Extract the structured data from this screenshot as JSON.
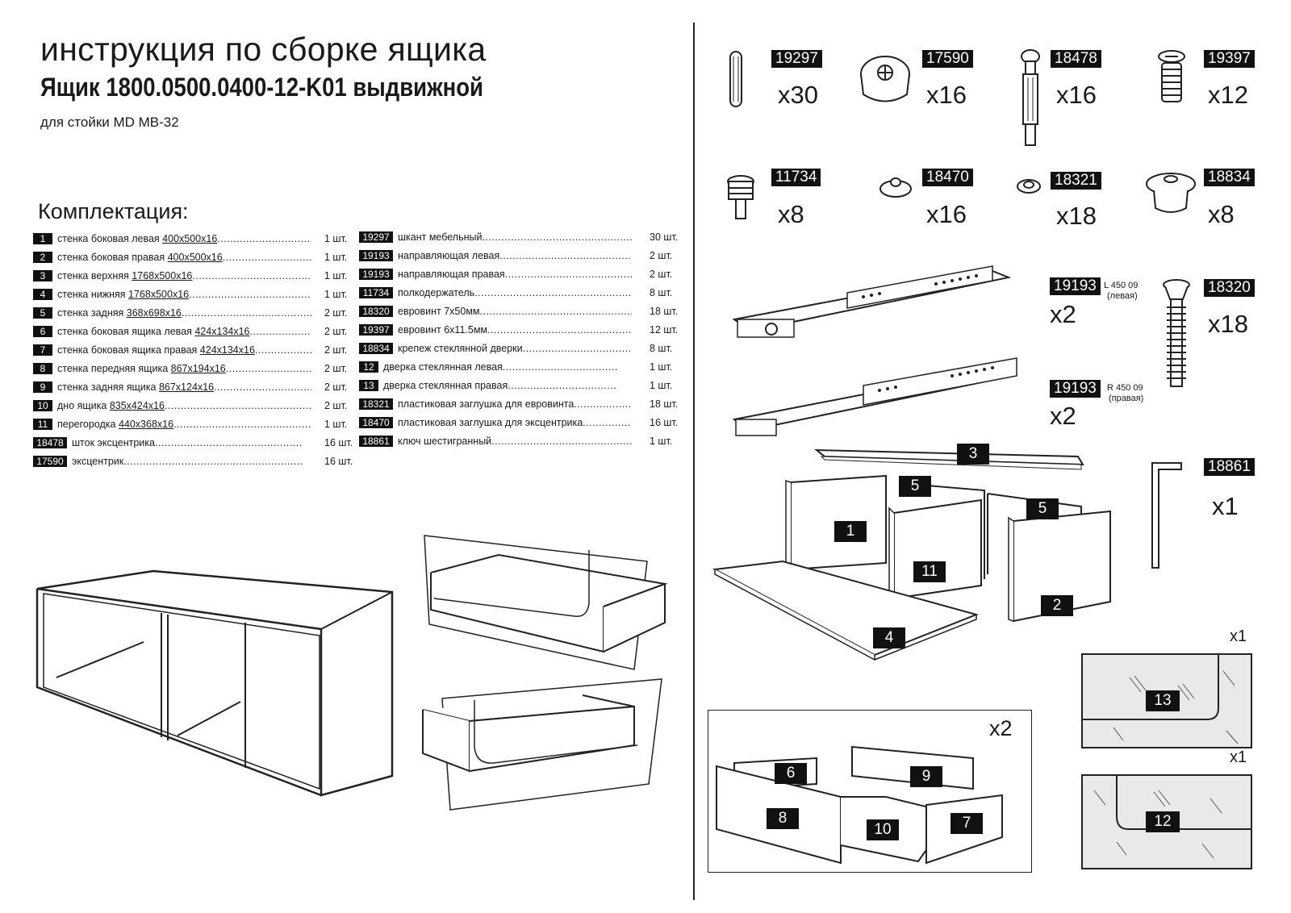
{
  "header": {
    "title": "инструкция по сборке ящика",
    "product": "Ящик  1800.0500.0400-12-K01 выдвижной",
    "subtitle": "для  стойки MD MB-32",
    "section": "Комплектация:"
  },
  "left_list": [
    {
      "id": "1",
      "pre": "стенка боковая левая ",
      "size": "400x500x16",
      "qty": "1 шт."
    },
    {
      "id": "2",
      "pre": "стенка боковая правая ",
      "size": "400x500x16",
      "qty": "1 шт."
    },
    {
      "id": "3",
      "pre": "стенка верхняя  ",
      "size": "1768x500x16",
      "qty": "1 шт."
    },
    {
      "id": "4",
      "pre": "стенка нижняя ",
      "size": "1768x500x16",
      "qty": "1 шт."
    },
    {
      "id": "5",
      "pre": "стенка задняя ",
      "size": "368x698x16",
      "qty": "2 шт."
    },
    {
      "id": "6",
      "pre": "стенка боковая ящика левая ",
      "size": "424x134x16",
      "qty": "2 шт."
    },
    {
      "id": "7",
      "pre": "стенка боковая ящика правая ",
      "size": "424x134x16",
      "qty": "2 шт."
    },
    {
      "id": "8",
      "pre": "стенка передняя ящика ",
      "size": "867x194x16",
      "qty": "2 шт."
    },
    {
      "id": "9",
      "pre": "стенка задняя ящика ",
      "size": "867x124x16",
      "qty": "2 шт."
    },
    {
      "id": "10",
      "pre": "дно ящика ",
      "size": "835x424x16",
      "qty": "2 шт."
    },
    {
      "id": "11",
      "pre": "перегородка ",
      "size": "440x368x16",
      "qty": "1 шт."
    },
    {
      "id": "18478",
      "pre": "шток эксцентрика",
      "size": "",
      "qty": "16 шт."
    },
    {
      "id": "17590",
      "pre": "эксцентрик",
      "size": "",
      "qty": "16 шт."
    }
  ],
  "right_list": [
    {
      "id": "19297",
      "text": "шкант мебельный",
      "qty": "30 шт."
    },
    {
      "id": "19193",
      "text": "направляющая левая",
      "qty": "2 шт."
    },
    {
      "id": "19193",
      "text": "направляющая правая",
      "qty": "2 шт."
    },
    {
      "id": "11734",
      "text": "полкодержатель",
      "qty": "8 шт."
    },
    {
      "id": "18320",
      "text": "евровинт 7x50мм",
      "qty": "18 шт."
    },
    {
      "id": "19397",
      "text": "евровинт 6x11.5мм",
      "qty": "12 шт."
    },
    {
      "id": "18834",
      "text": "крепеж стеклянной дверки",
      "qty": "8 шт."
    },
    {
      "id": "12",
      "text": "дверка стеклянная левая",
      "qty": "1 шт."
    },
    {
      "id": "13",
      "text": "дверка стеклянная правая",
      "qty": "1 шт."
    },
    {
      "id": "18321",
      "text": "пластиковая заглушка для евровинта",
      "qty": "18 шт."
    },
    {
      "id": "18470",
      "text": "пластиковая заглушка для эксцентрика",
      "qty": "16 шт."
    },
    {
      "id": "18861",
      "text": "ключ шестигранный",
      "qty": "1 шт."
    }
  ],
  "hardware": [
    {
      "code": "19297",
      "qty": "x30"
    },
    {
      "code": "17590",
      "qty": "x16"
    },
    {
      "code": "18478",
      "qty": "x16"
    },
    {
      "code": "19397",
      "qty": "x12"
    },
    {
      "code": "11734",
      "qty": "x8"
    },
    {
      "code": "18470",
      "qty": "x16"
    },
    {
      "code": "18321",
      "qty": "x18"
    },
    {
      "code": "18834",
      "qty": "x8"
    },
    {
      "code": "19193",
      "qty": "x2",
      "note1": "L 450 09",
      "note2": "(левая)"
    },
    {
      "code": "19193",
      "qty": "x2",
      "note1": "R 450 09",
      "note2": "(правая)"
    },
    {
      "code": "18320",
      "qty": "x18"
    },
    {
      "code": "18861",
      "qty": "x1"
    }
  ],
  "diagram_labels": {
    "p1": "1",
    "p2": "2",
    "p3": "3",
    "p4": "4",
    "p5a": "5",
    "p5b": "5",
    "p11": "11",
    "p6": "6",
    "p7": "7",
    "p8": "8",
    "p9": "9",
    "p10": "10",
    "p12": "12",
    "p13": "13",
    "drawer_mult": "x2",
    "door13_mult": "x1",
    "door12_mult": "x1"
  }
}
